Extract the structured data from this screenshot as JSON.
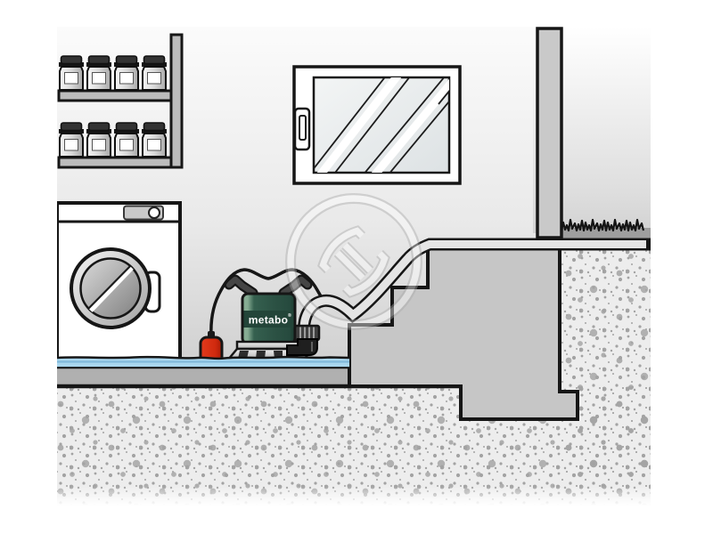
{
  "illustration": {
    "description": "Flooded basement scene: Metabo submersible drainage pump standing in water next to a washing machine and storage shelves, pumping water through a hose up the cellar stairs and outside past the house wall",
    "pump": {
      "brand_label": "metabo",
      "registered_mark": "®"
    },
    "objects": [
      "storage-shelf-with-jars",
      "window",
      "washing-machine",
      "submersible-pump",
      "float-switch",
      "drain-hose",
      "cellar-stairs",
      "flood-water",
      "house-wall",
      "grass",
      "subsoil"
    ]
  },
  "colors": {
    "line": "#161616",
    "pump-green": "#2f5a4a",
    "pump-band-green": "#234539",
    "float-red": "#d63114",
    "water-blue": "#a9d6ee",
    "water-line-blue": "#7fb8da",
    "wall-gray": "#c9c9c9",
    "block-gray": "#c6c6c6",
    "slab-gray": "#b0b0b0",
    "shelf-gray": "#bcbcbc",
    "soil-gray": "#9e9e9e",
    "panel-gray": "#c9c9c9",
    "hose-fill": "#e4e4e4",
    "speckle-bg": "#ededed",
    "speckle-dot": "#a3a3a3",
    "handle-gray": "#454545",
    "watermark-gray": "#a8a8a8"
  }
}
